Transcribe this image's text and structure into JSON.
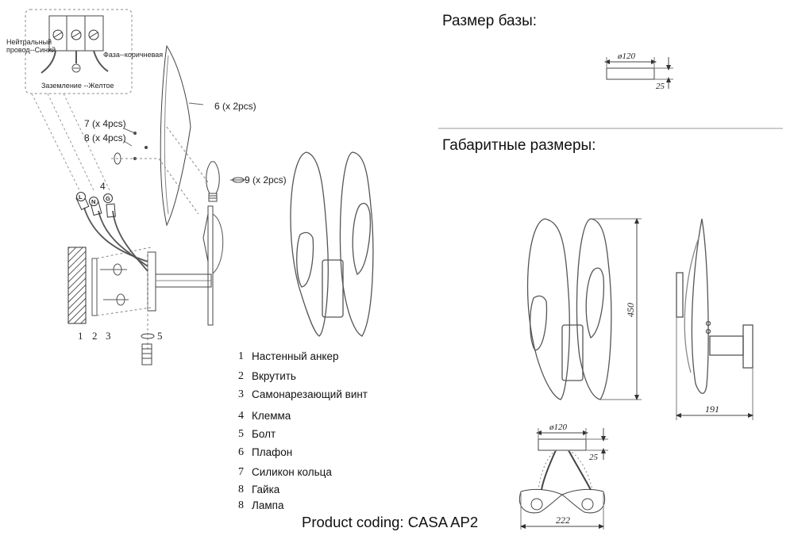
{
  "headings": {
    "base_size": "Размер базы:",
    "overall_size": "Габаритные размеры:"
  },
  "wiring": {
    "neutral": "Нейтральный провод--Синий",
    "neutral_line1": "Нейтральный",
    "neutral_line2": "провод--Синий",
    "phase": "Фаза--коричневая",
    "ground": "Заземление --Желтое",
    "terminals": [
      "L",
      "N",
      "G"
    ]
  },
  "callouts": {
    "c4": "4",
    "c6": "6 (x 2pcs)",
    "c7": "7 (x 4pcs)",
    "c8": "8 (x 4pcs)",
    "c9": "9 (x 2pcs)",
    "c1": "1",
    "c2": "2",
    "c3": "3",
    "c5": "5"
  },
  "dimensions": {
    "base_diameter": "ø120",
    "base_height": "25",
    "height": "450",
    "depth": "191",
    "bottom_diameter": "ø120",
    "bottom_height": "25",
    "width": "222"
  },
  "legend": [
    {
      "num": "1",
      "label": "Настенный анкер"
    },
    {
      "num": "2",
      "label": "Вкрутить"
    },
    {
      "num": "3",
      "label": "Самонарезающий винт"
    },
    {
      "num": "4",
      "label": "Клемма"
    },
    {
      "num": "5",
      "label": "Болт"
    },
    {
      "num": "6",
      "label": "Плафон"
    },
    {
      "num": "7",
      "label": "Силикон кольца"
    },
    {
      "num": "8",
      "label": "Гайка"
    },
    {
      "num": "8",
      "label": "Лампа"
    }
  ],
  "footer": "Product coding: CASA AP2"
}
